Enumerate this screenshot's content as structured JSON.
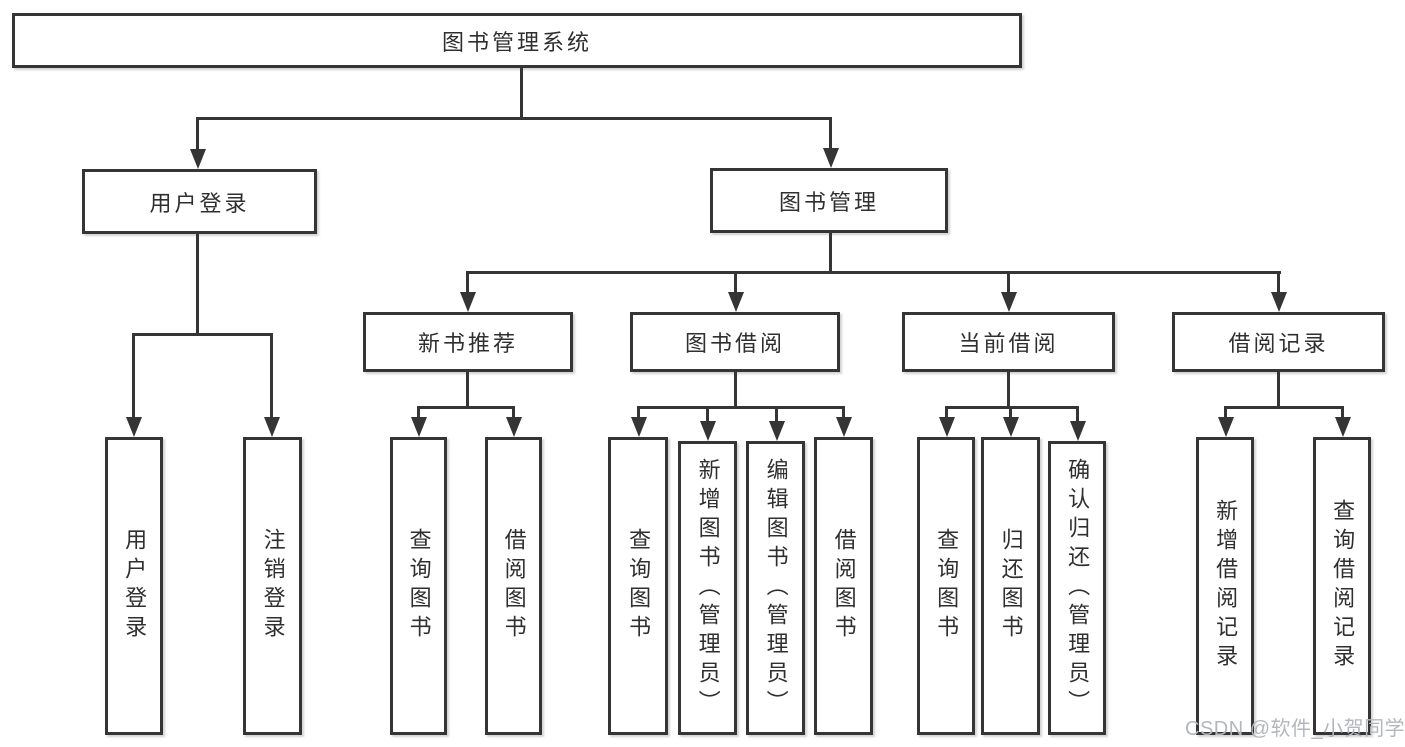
{
  "colors": {
    "background": "#ffffff",
    "line": "#353535",
    "box_border": "#353535",
    "box_fill": "#ffffff",
    "text": "#2f2f2f",
    "watermark_text": "#b3b7bc"
  },
  "diagram": {
    "root": {
      "label": "图书管理系统"
    },
    "level2": [
      {
        "label": "用户登录",
        "leaves": [
          {
            "label": "用户登录"
          },
          {
            "label": "注销登录"
          }
        ]
      },
      {
        "label": "图书管理",
        "groups": [
          {
            "label": "新书推荐",
            "leaves": [
              {
                "label": "查询图书"
              },
              {
                "label": "借阅图书"
              }
            ]
          },
          {
            "label": "图书借阅",
            "leaves": [
              {
                "label": "查询图书"
              },
              {
                "label": "新增图书（管理员）"
              },
              {
                "label": "编辑图书（管理员）"
              },
              {
                "label": "借阅图书"
              }
            ]
          },
          {
            "label": "当前借阅",
            "leaves": [
              {
                "label": "查询图书"
              },
              {
                "label": "归还图书"
              },
              {
                "label": "确认归还（管理员）"
              }
            ]
          },
          {
            "label": "借阅记录",
            "leaves": [
              {
                "label": "新增借阅记录"
              },
              {
                "label": "查询借阅记录"
              }
            ]
          }
        ]
      }
    ]
  },
  "watermark": {
    "text": "CSDN @软件_小贺同学"
  }
}
